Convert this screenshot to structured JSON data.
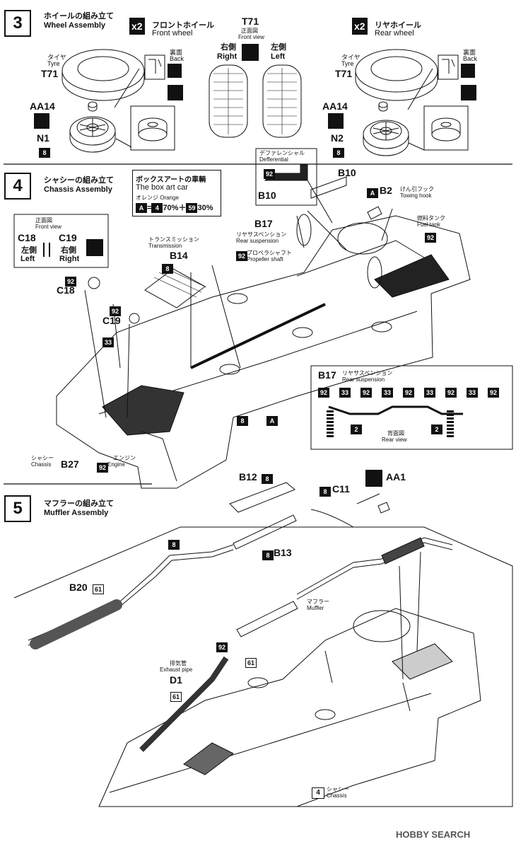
{
  "step3": {
    "number": "3",
    "title_jp": "ホイールの組み立て",
    "title_en": "Wheel Assembly",
    "front": {
      "mult": "x2",
      "jp": "フロントホイール",
      "en": "Front wheel"
    },
    "rear": {
      "mult": "x2",
      "jp": "リヤホイール",
      "en": "Rear wheel"
    },
    "tyre_jp": "タイヤ",
    "tyre_en": "Tyre",
    "tyre_part": "T71",
    "back_jp": "裏面",
    "back_en": "Back",
    "aa14": "AA14",
    "n1": "N1",
    "n2": "N2",
    "sprue": "8",
    "front_view_part": "T71",
    "front_view_jp": "正面図",
    "front_view_en": "Front view",
    "right_jp": "右側",
    "right_en": "Right",
    "left_jp": "左側",
    "left_en": "Left"
  },
  "step4": {
    "number": "4",
    "title_jp": "シャシーの組み立て",
    "title_en": "Chassis Assembly",
    "boxart_jp": "ボックスアートの車輌",
    "boxart_en": "The box art car",
    "orange_jp": "オレンジ Orange",
    "mix_a": "A",
    "mix_eq": "=",
    "mix_c1": "4",
    "mix_p1": "70%＋",
    "mix_c2": "59",
    "mix_p2": "30%",
    "diff_jp": "デファレンシャル",
    "diff_en": "Defferential",
    "b10": "B10",
    "b2": "B2",
    "towing_jp": "けん引フック",
    "towing_en": "Towing hook",
    "fuel_jp": "燃料タンク",
    "fuel_en": "Fuel tank",
    "b17": "B17",
    "rear_susp_jp": "リヤサスペンション",
    "rear_susp_en": "Rear suspension",
    "prop_jp": "プロペラシャフト",
    "prop_en": "Propeller shaft",
    "trans_jp": "トランスミッション",
    "trans_en": "Transmission",
    "b14": "B14",
    "c18": "C18",
    "c19": "C19",
    "c18c19_front_jp": "正面図",
    "c18c19_front_en": "Front view",
    "engine_jp": "エンジン",
    "engine_en": "Engine",
    "chassis_jp": "シャシー",
    "chassis_en": "Chassis",
    "b27": "B27",
    "rear_view_jp": "背面図",
    "rear_view_en": "Rear view",
    "c92": "92",
    "c33": "33",
    "c2": "2",
    "susp_colors": [
      "92",
      "33",
      "92",
      "33",
      "92",
      "33",
      "92",
      "33",
      "92"
    ]
  },
  "step5": {
    "number": "5",
    "title_jp": "マフラーの組み立て",
    "title_en": "Muffler Assembly",
    "b12": "B12",
    "c11": "C11",
    "aa1": "AA1",
    "b13": "B13",
    "b20": "B20",
    "c61": "61",
    "muffler_jp": "マフラー",
    "muffler_en": "Muffler",
    "exhaust_jp": "排気管",
    "exhaust_en": "Exhaust pipe",
    "d1": "D1",
    "chassis_ref": "4",
    "chassis_jp": "シャシー",
    "chassis_en": "Chassis"
  },
  "watermark": "HOBBY SEARCH"
}
